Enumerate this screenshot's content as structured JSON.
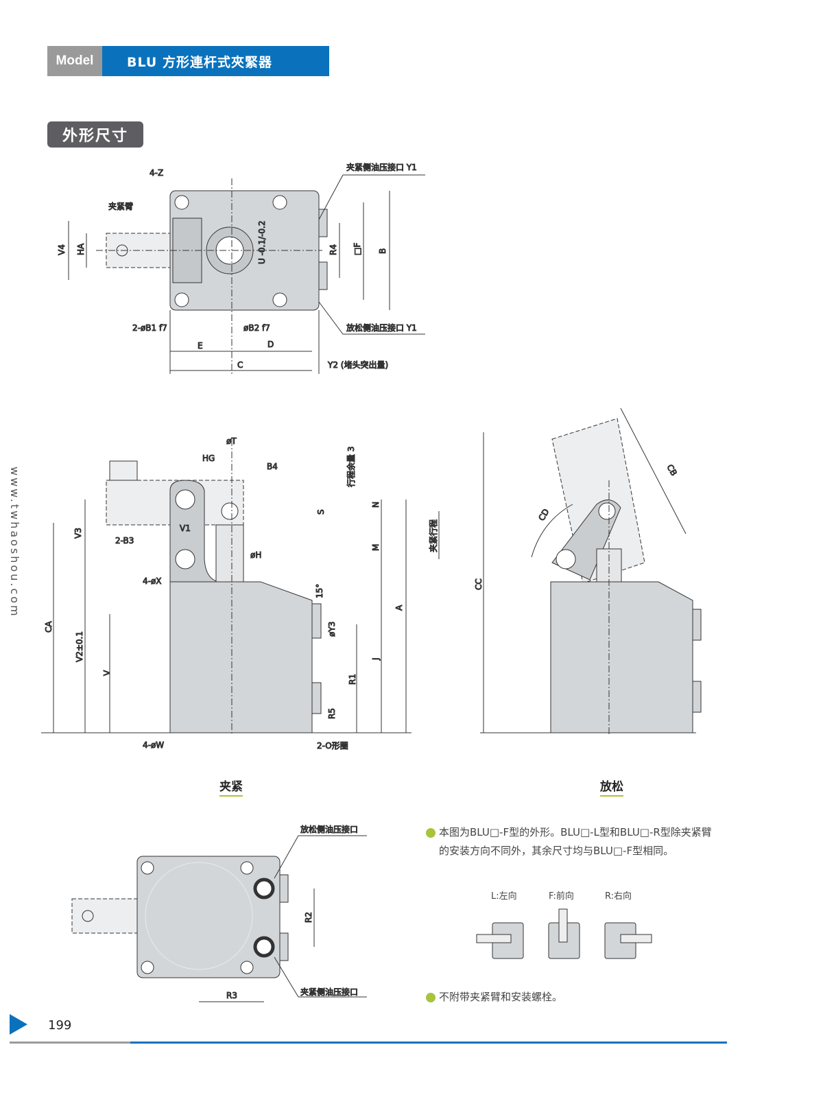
{
  "header": {
    "model_tag": "Model",
    "title": "BLU 方形連杆式夾緊器"
  },
  "section": {
    "title": "外形尺寸"
  },
  "side_url": "www.twhaoshou.com",
  "top_view": {
    "z": "4-Z",
    "arm": "夹紧臂",
    "clamp_port": "夹紧侧油压接口 Y1",
    "release_port": "放松侧油压接口 Y1",
    "v4": "V4",
    "ha": "HA",
    "u": "U -0.1/-0.2",
    "r4": "R4",
    "f": "□F",
    "b": "B",
    "b1": "2-øB1 f7",
    "b2": "øB2 f7",
    "e": "E",
    "d": "D",
    "c": "C",
    "y2": "Y2 (堵头突出量)"
  },
  "clamp_view": {
    "t": "øT",
    "hg": "HG",
    "b4": "B4",
    "margin": "行程余量 3",
    "v1": "V1",
    "v3": "V3",
    "b3": "2-B3",
    "s": "S",
    "n": "N",
    "m": "M",
    "h": "øH",
    "x": "4-øX",
    "deg": "15°",
    "y3": "øY3",
    "a": "A",
    "j": "J",
    "r1": "R1",
    "r5": "R5",
    "ca": "CA",
    "v2": "V2±0.1",
    "v": "V",
    "w": "4-øW",
    "o": "2-O形圈",
    "stroke": "夹紧行程",
    "caption": "夹紧"
  },
  "release_view": {
    "cb": "CB",
    "cd": "CD",
    "cc": "CC",
    "caption": "放松"
  },
  "bottom_view": {
    "release_port": "放松侧油压接口",
    "clamp_port": "夹紧侧油压接口",
    "r2": "R2",
    "r3": "R3"
  },
  "notes": {
    "note1": "本图为BLU□-F型的外形。BLU□-L型和BLU□-R型除夹紧臂的安装方向不同外，其余尺寸均与BLU□-F型相同。",
    "variants": [
      "L:左向",
      "F:前向",
      "R:右向"
    ],
    "note2": "不附带夹紧臂和安装螺栓。"
  },
  "footer": {
    "page": "199"
  },
  "colors": {
    "brand": "#0a72bd",
    "accent": "#a8c43c",
    "body": "#d3d6d9"
  }
}
